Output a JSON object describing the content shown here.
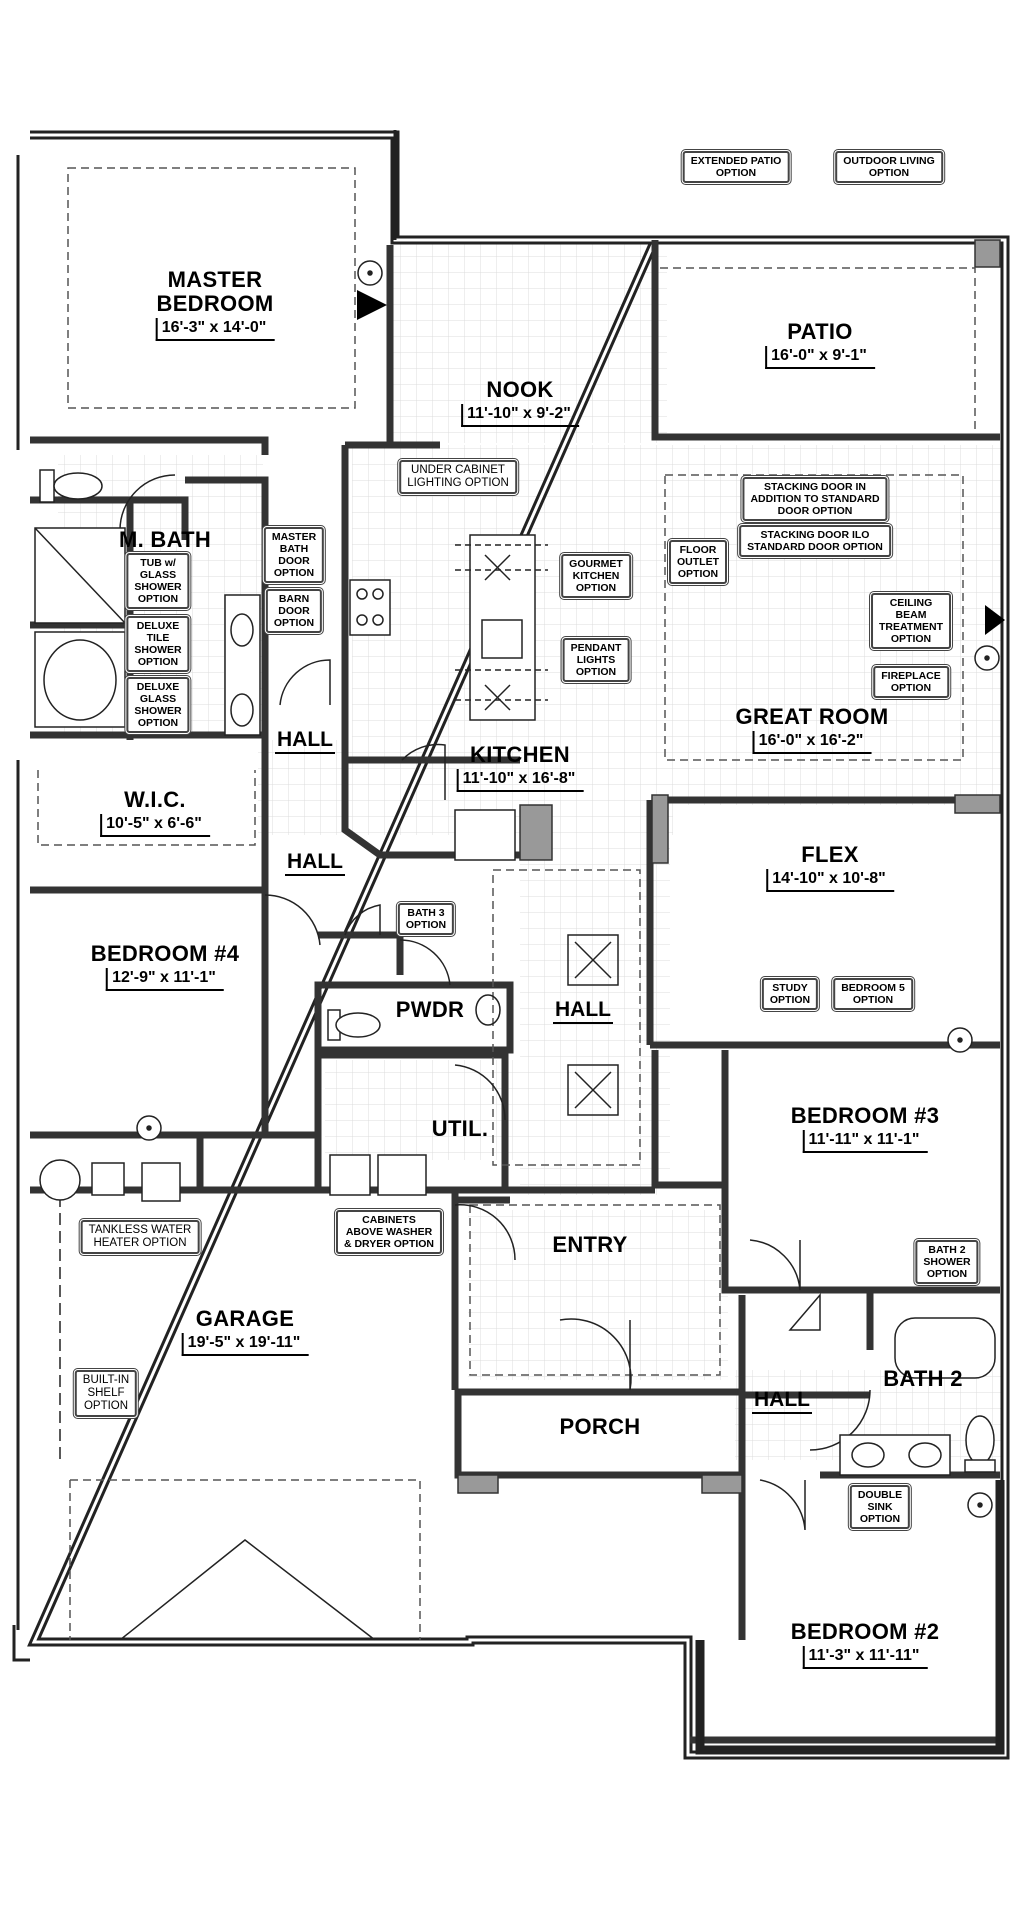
{
  "rooms": {
    "master": {
      "name": "MASTER\nBEDROOM",
      "dim": "16'-3\" x 14'-0\""
    },
    "patio": {
      "name": "PATIO",
      "dim": "16'-0\" x 9'-1\""
    },
    "nook": {
      "name": "NOOK",
      "dim": "11'-10\" x 9'-2\""
    },
    "mbath": {
      "name": "M. BATH"
    },
    "kitchen": {
      "name": "KITCHEN",
      "dim": "11'-10\" x 16'-8\""
    },
    "great": {
      "name": "GREAT ROOM",
      "dim": "16'-0\" x 16'-2\""
    },
    "wic": {
      "name": "W.I.C.",
      "dim": "10'-5\" x 6'-6\""
    },
    "flex": {
      "name": "FLEX",
      "dim": "14'-10\" x 10'-8\""
    },
    "bed4": {
      "name": "BEDROOM #4",
      "dim": "12'-9\" x 11'-1\""
    },
    "pwdr": {
      "name": "PWDR"
    },
    "bed3": {
      "name": "BEDROOM #3",
      "dim": "11'-11\" x 11'-1\""
    },
    "util": {
      "name": "UTIL."
    },
    "entry": {
      "name": "ENTRY"
    },
    "garage": {
      "name": "GARAGE",
      "dim": "19'-5\" x 19'-11\""
    },
    "bath2": {
      "name": "BATH 2"
    },
    "porch": {
      "name": "PORCH"
    },
    "bed2": {
      "name": "BEDROOM #2",
      "dim": "11'-3\" x 11'-11\""
    }
  },
  "halls": {
    "hall1": "HALL",
    "hall2": "HALL",
    "hall3": "HALL",
    "hall4": "HALL"
  },
  "options": {
    "extended_patio": "EXTENDED PATIO\nOPTION",
    "outdoor_living": "OUTDOOR LIVING\nOPTION",
    "under_cabinet": "UNDER CABINET\nLIGHTING OPTION",
    "stacking_addition": "STACKING DOOR IN\nADDITION TO STANDARD\nDOOR OPTION",
    "stacking_ilo": "STACKING DOOR ILO\nSTANDARD DOOR OPTION",
    "master_bath_door": "MASTER\nBATH\nDOOR\nOPTION",
    "barn_door": "BARN\nDOOR\nOPTION",
    "tub_glass": "TUB w/\nGLASS\nSHOWER\nOPTION",
    "deluxe_tile": "DELUXE\nTILE\nSHOWER\nOPTION",
    "deluxe_glass": "DELUXE\nGLASS\nSHOWER\nOPTION",
    "gourmet": "GOURMET\nKITCHEN\nOPTION",
    "floor_outlet": "FLOOR\nOUTLET\nOPTION",
    "pendant": "PENDANT\nLIGHTS\nOPTION",
    "ceiling_beam": "CEILING\nBEAM\nTREATMENT\nOPTION",
    "fireplace": "FIREPLACE\nOPTION",
    "bath3": "BATH 3\nOPTION",
    "study": "STUDY\nOPTION",
    "bedroom5": "BEDROOM 5\nOPTION",
    "cabinets_washer": "CABINETS\nABOVE WASHER\n& DRYER OPTION",
    "tankless": "TANKLESS WATER\nHEATER OPTION",
    "bath2_shower": "BATH 2\nSHOWER\nOPTION",
    "builtin_shelf": "BUILT-IN\nSHELF\nOPTION",
    "double_sink": "DOUBLE\nSINK\nOPTION"
  }
}
